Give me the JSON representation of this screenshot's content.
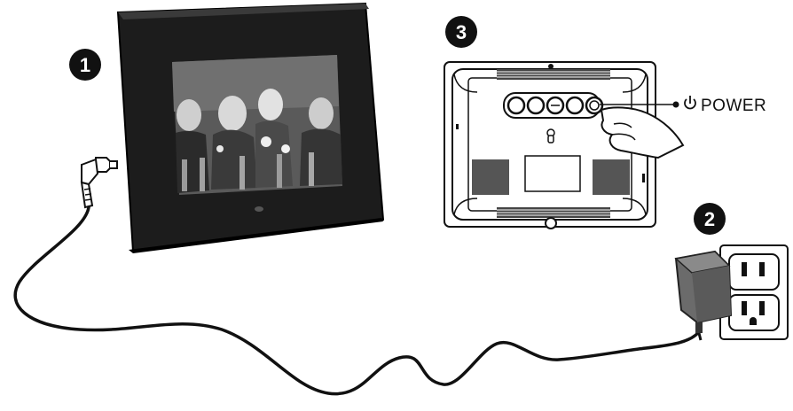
{
  "steps": [
    {
      "number": "1"
    },
    {
      "number": "2"
    },
    {
      "number": "3"
    }
  ],
  "power": {
    "icon": "power-icon",
    "label": "POWER"
  },
  "colors": {
    "frame": "#1b1b1b",
    "outline": "#111111",
    "adapter": "#6b6b6b",
    "outlet_plate": "#ffffff"
  }
}
